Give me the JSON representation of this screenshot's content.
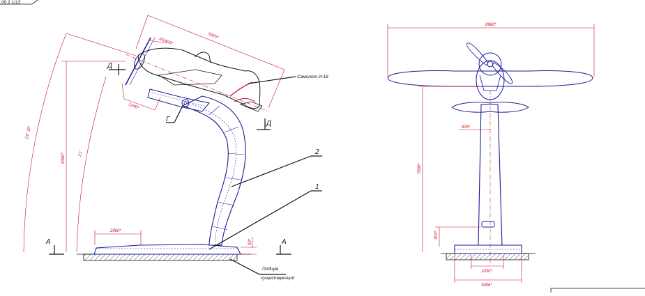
{
  "sheet": {
    "stamp": "00 2 1/13"
  },
  "side_view": {
    "callout_aircraft": "Самолет И-16",
    "callout_podium_line1": "Подиум",
    "callout_podium_line2": "существующий",
    "section_marks": {
      "d_top": "Д",
      "d_bottom": "Д",
      "a_left": "А",
      "a_right": "А",
      "g": "Г"
    },
    "positions": {
      "p1": "1",
      "p2": "2"
    },
    "dims": {
      "prop_diameter": "Ø1400*",
      "fuselage_length": "5920*",
      "offset_1240": "1240*",
      "angle_outer": "23° 30'",
      "angle_inner": "21°",
      "height_total": "8390*",
      "base_length": "2060*",
      "base_height": "93*"
    }
  },
  "front_view": {
    "dims": {
      "wingspan": "8960*",
      "width_505": "505*",
      "height_7860": "7860*",
      "height_303": "303*",
      "width_1030": "1030*",
      "width_3006": "3006*"
    }
  },
  "colors": {
    "structure": "#1a1a9a",
    "dimension": "#c8102e",
    "outline": "#111111"
  }
}
